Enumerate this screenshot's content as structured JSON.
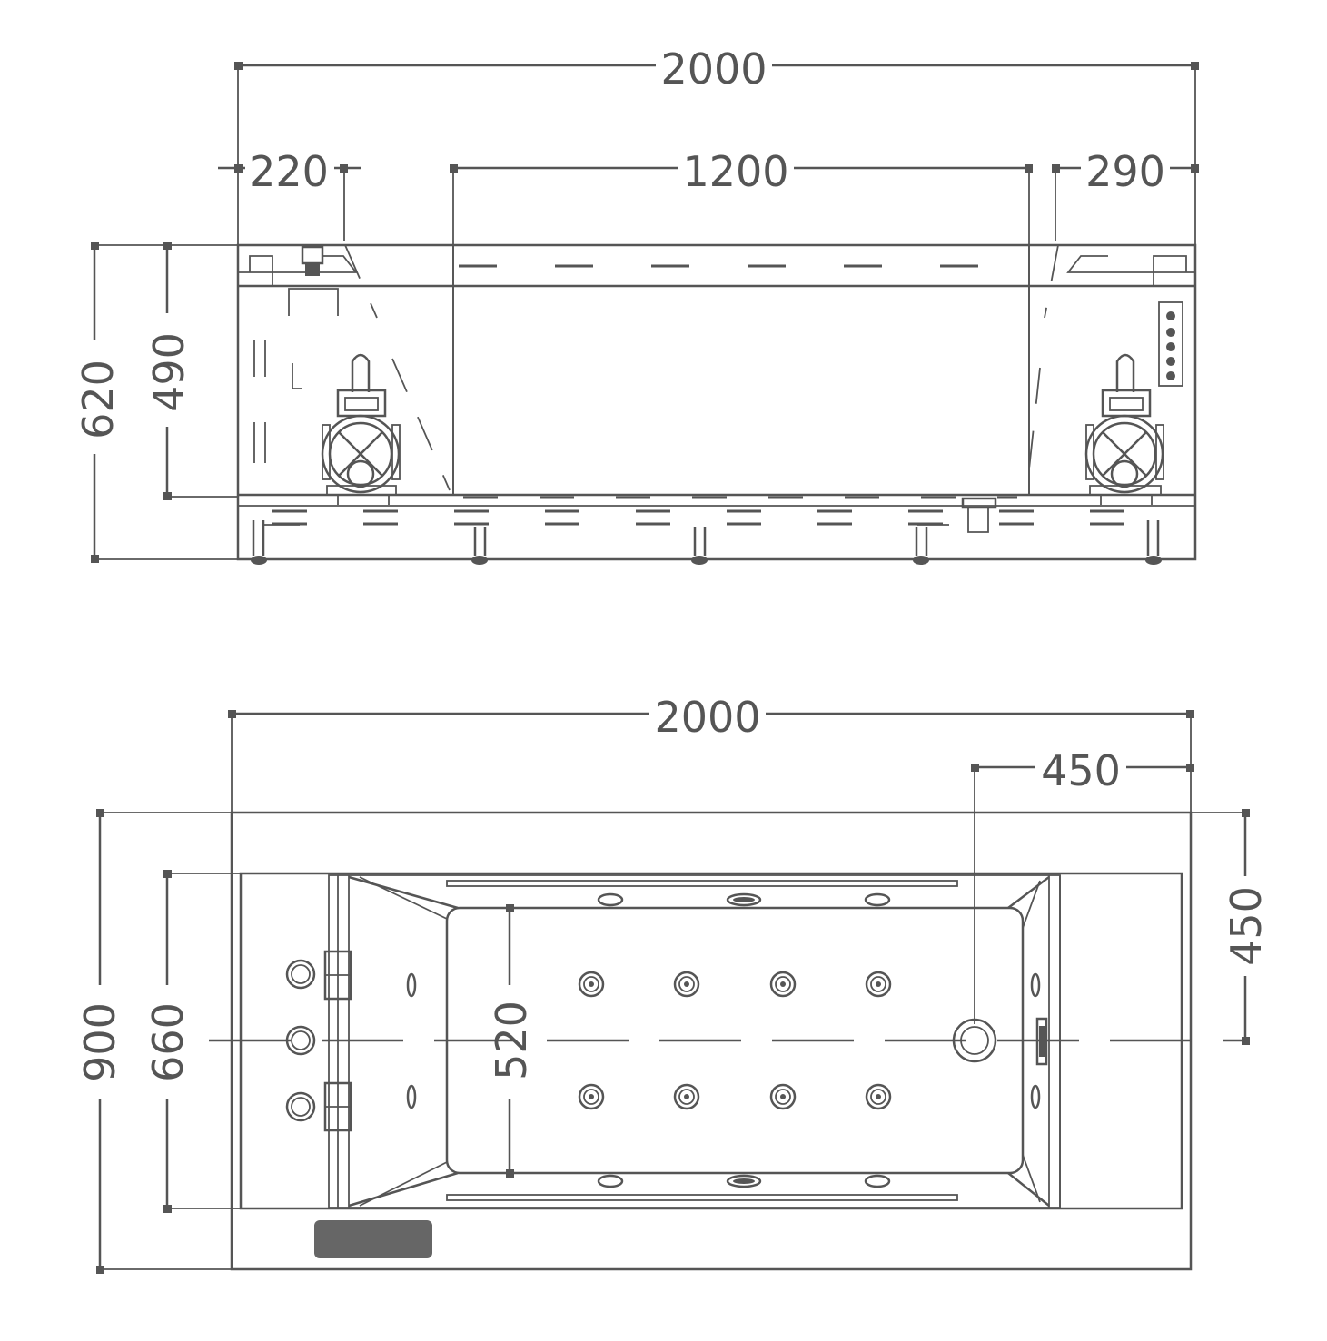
{
  "side_view": {
    "overall_length": "2000",
    "left_offset": "220",
    "middle_span": "1200",
    "right_offset": "290",
    "total_height": "620",
    "tub_height": "490"
  },
  "top_view": {
    "overall_length": "2000",
    "drain_offset": "450",
    "total_width": "900",
    "inner_width": "660",
    "basin_width": "520",
    "half_width": "450"
  },
  "colors": {
    "line": "#555555",
    "panel": "#666666",
    "background": "#ffffff"
  }
}
